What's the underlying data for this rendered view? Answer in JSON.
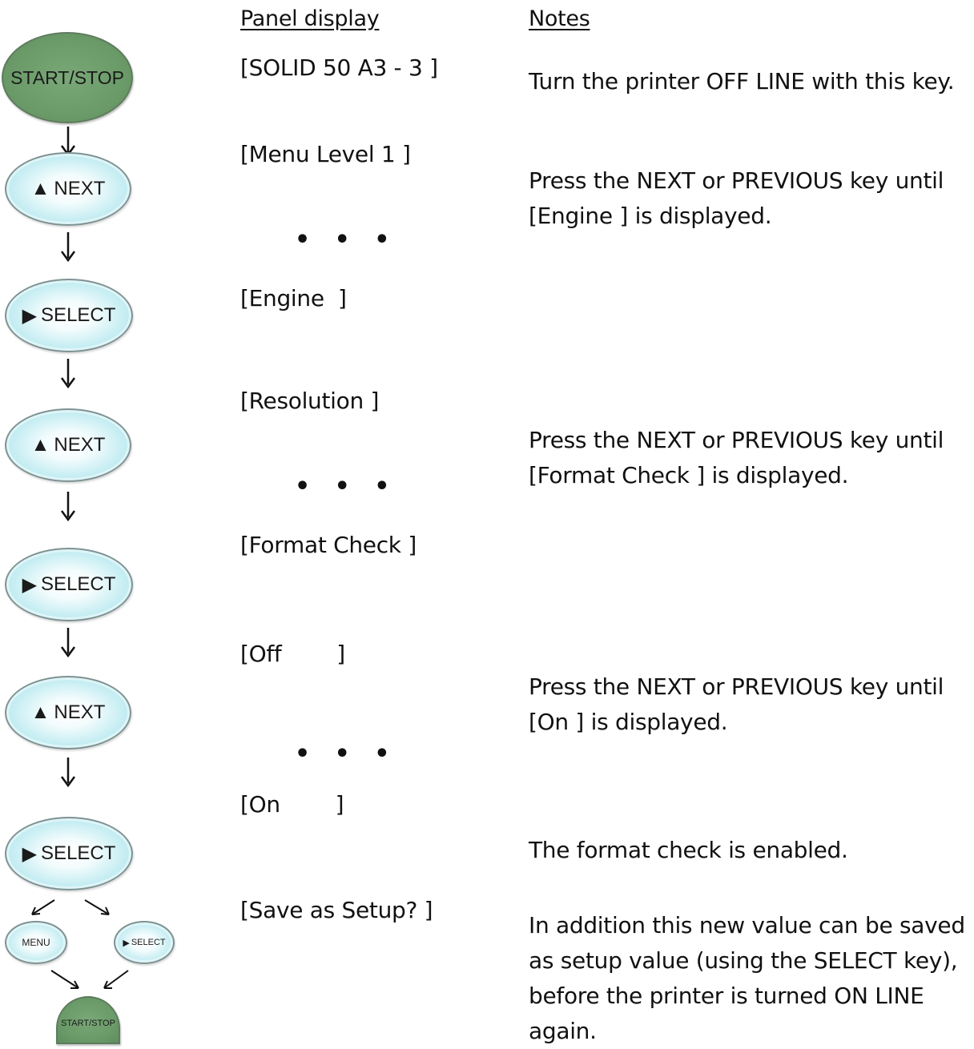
{
  "headers": {
    "panel_display": "Panel display",
    "notes": "Notes"
  },
  "keys": {
    "start_stop": "START/STOP",
    "next": "NEXT",
    "select": "SELECT",
    "menu": "MENU",
    "next_glyph": "▲",
    "select_glyph": "▶"
  },
  "panel": {
    "solid": "[SOLID 50 A3 - 3 ]",
    "menu_level": "[Menu Level 1 ]",
    "dots1": "• • •",
    "engine": "[Engine  ]",
    "resolution": "[Resolution ]",
    "dots2": "• • •",
    "format_check": "[Format Check ]",
    "off": "[Off        ]",
    "dots3": "• • •",
    "on": "[On        ]",
    "save_setup": "[Save as Setup? ]"
  },
  "notes": {
    "offline": "Turn the printer OFF LINE with this key.",
    "engine_note": "Press the NEXT or PREVIOUS key until [Engine  ] is displayed.",
    "format_note": "Press the NEXT or PREVIOUS key until [Format Check ] is displayed.",
    "on_note": "Press the NEXT or PREVIOUS key until [On ] is displayed.",
    "enabled": "The format check is enabled.",
    "save_note": "In addition this new value can be saved as setup value (using the SELECT key), before the printer is turned ON LINE again."
  },
  "colors": {
    "key_blue": "#c7eef3",
    "key_green": "#6b9b69"
  }
}
